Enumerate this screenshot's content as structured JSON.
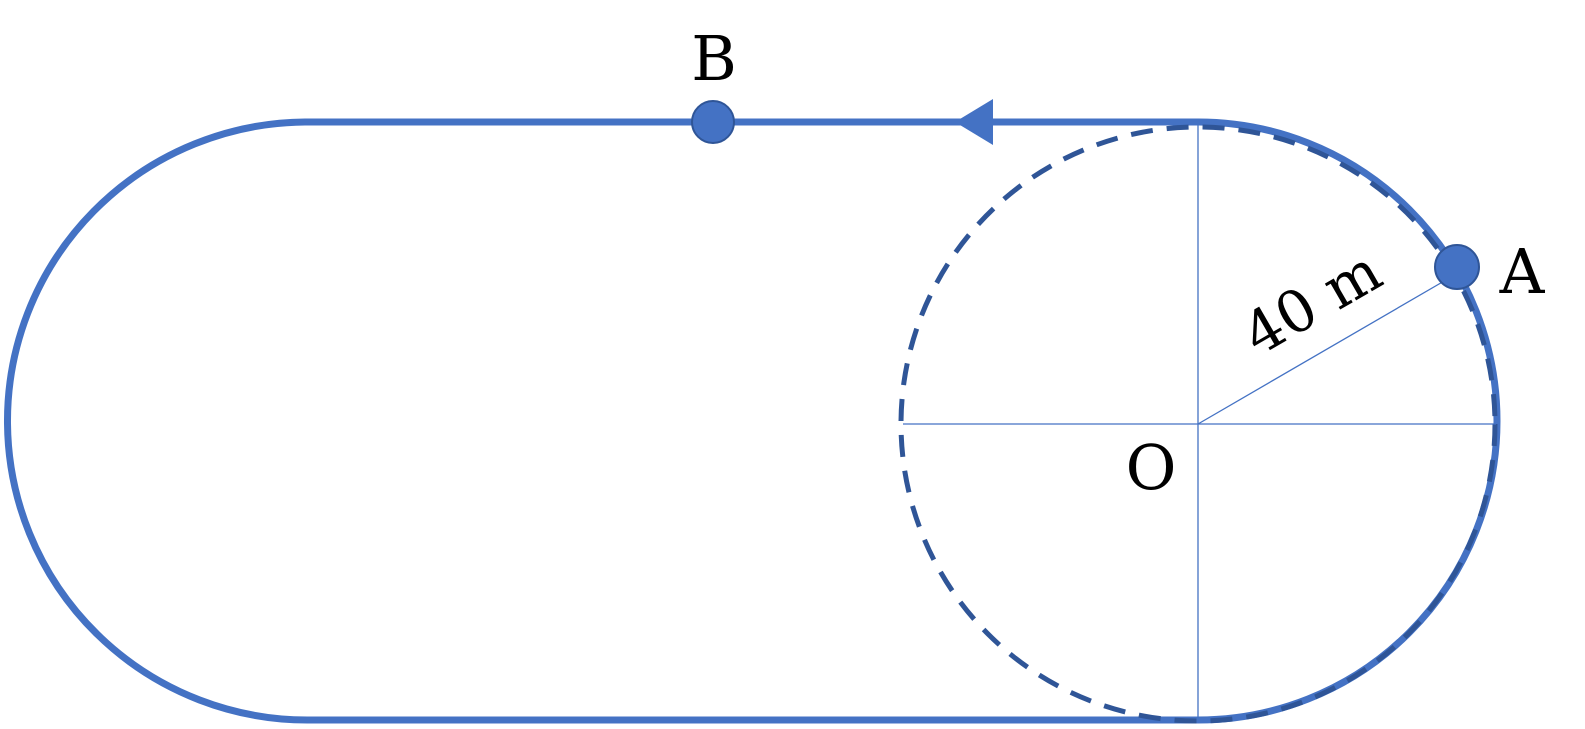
{
  "labels": {
    "point_b": "B",
    "point_a": "A",
    "center": "O",
    "radius": "40 m"
  },
  "colors": {
    "track": "#4472c4",
    "dashed_circle": "#2f5597",
    "point_fill": "#4472c4",
    "text": "#000000"
  },
  "icons": {
    "direction_arrow": "arrow-left-icon"
  }
}
